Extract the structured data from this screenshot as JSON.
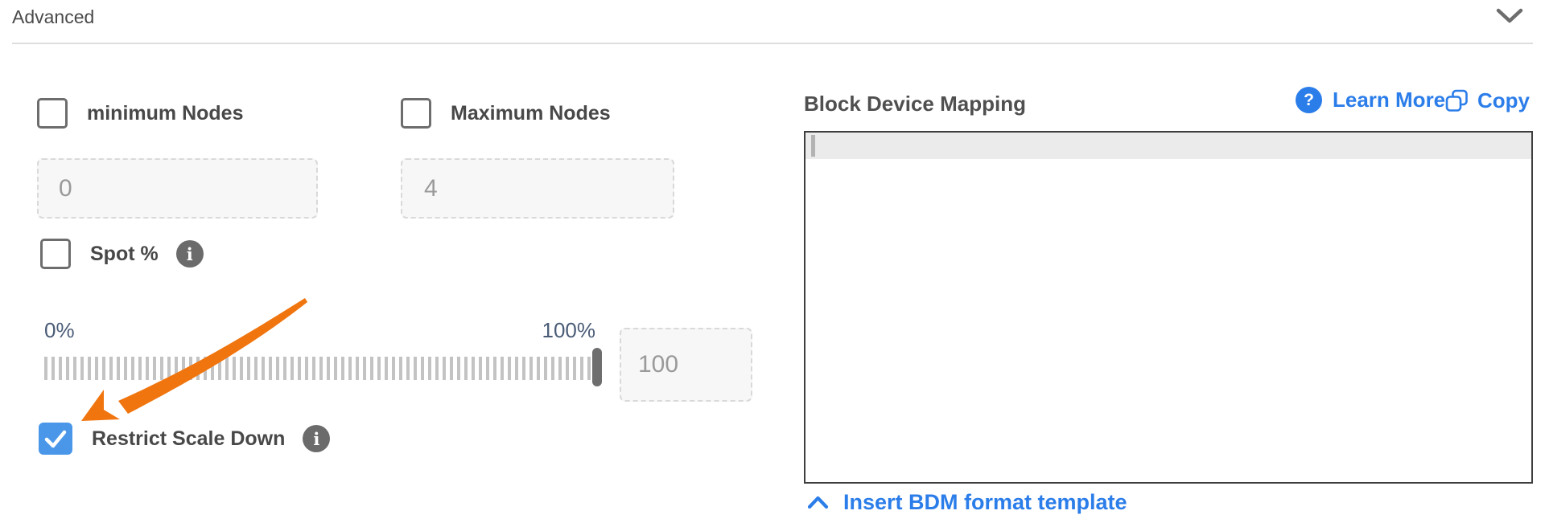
{
  "accordion": {
    "title": "Advanced"
  },
  "icons": {
    "accordion_chevron": "chevron-down-icon",
    "spot_info": "info-circle-icon",
    "restrict_info": "info-circle-icon",
    "learn_more": "question-circle-icon",
    "copy": "copy-icon",
    "insert": "chevron-up-icon",
    "annotation": "orange-arrow-pointing-to-restrict-checkbox"
  },
  "glyphs": {
    "info": "i",
    "question": "?"
  },
  "fields": {
    "min_nodes": {
      "label": "minimum Nodes",
      "checked": false,
      "value": "0"
    },
    "max_nodes": {
      "label": "Maximum Nodes",
      "checked": false,
      "value": "4"
    },
    "spot_pct": {
      "label": "Spot %",
      "checked": false
    },
    "spot_slider": {
      "min_label": "0%",
      "max_label": "100%",
      "value": "100"
    },
    "restrict_scale_down": {
      "label": "Restrict Scale Down",
      "checked": true
    }
  },
  "bdm": {
    "title": "Block Device Mapping",
    "learn_more_label": "Learn More",
    "copy_label": "Copy",
    "editor_value": "",
    "insert_template_label": "Insert BDM format template"
  },
  "colors": {
    "link_blue": "#2b7de9",
    "checkbox_checked_blue": "#4a97ea",
    "arrow_orange": "#f0750f",
    "slider_label_blue_gray": "#4b5c77",
    "editor_border": "#3e3e3e",
    "editor_active_line": "#ebebeb",
    "input_bg": "#f7f7f7",
    "tick_gray": "#c3c3c3"
  }
}
